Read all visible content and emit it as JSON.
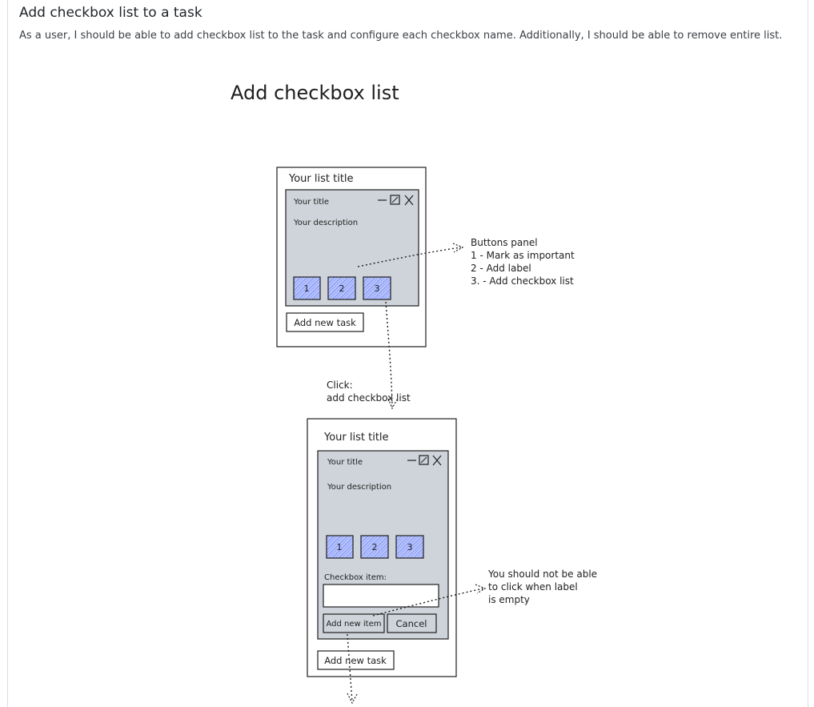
{
  "story": {
    "title": "Add checkbox list to a task",
    "description": "As a user, I should be able to add checkbox list to the task and configure each checkbox name. Additionally, I should be able to remove entire list."
  },
  "diagram": {
    "title": "Add checkbox list",
    "card": {
      "list_title": "Your list title",
      "task_title": "Your title",
      "task_description": "Your description",
      "buttons": [
        "1",
        "2",
        "3"
      ],
      "add_task_label": "Add new task"
    },
    "buttons_note": {
      "lines": [
        "Buttons panel",
        "1 - Mark as important",
        "2 - Add label",
        "3. - Add checkbox list"
      ]
    },
    "click_note": {
      "lines": [
        "Click:",
        "add checkbox list"
      ]
    },
    "expanded_card": {
      "list_title": "Your list title",
      "task_title": "Your title",
      "task_description": "Your description",
      "buttons": [
        "1",
        "2",
        "3"
      ],
      "checkbox_label": "Checkbox item:",
      "add_item_label": "Add new item",
      "cancel_label": "Cancel",
      "add_task_label": "Add new task"
    },
    "empty_note": {
      "lines": [
        "You should not be able",
        "to click when label",
        "is empty"
      ]
    },
    "colors": {
      "task_fill": "#ced4da",
      "button_fill": "#a5b4fc",
      "button_hatch": "#4c6ef5",
      "stroke": "#1e1e1e"
    }
  }
}
